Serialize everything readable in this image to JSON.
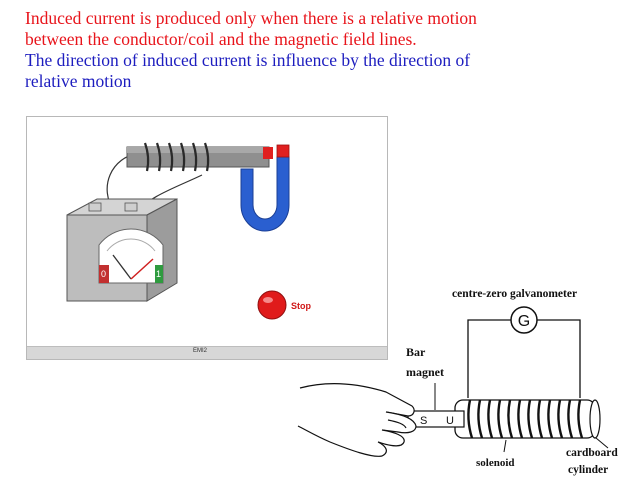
{
  "heading": {
    "line1": "Induced current is produced only when there is a relative motion",
    "line2": "between the conductor/coil  and the magnetic field lines.",
    "line3": "The direction of induced current is influence by the direction of",
    "line4": "relative motion"
  },
  "simulation": {
    "stop_label": "Stop",
    "footer_label": "EMI2",
    "meter_zero": "0",
    "meter_one": "1"
  },
  "diagram": {
    "galvanometer_label": "centre-zero galvanometer",
    "galvanometer_symbol": "G",
    "bar_magnet_label_1": "Bar",
    "bar_magnet_label_2": "magnet",
    "pole_s": "S",
    "pole_n": "U",
    "solenoid_label": "solenoid",
    "cylinder_label_1": "cardboard",
    "cylinder_label_2": "cylinder"
  },
  "colors": {
    "red_text": "#e8141b",
    "blue_text": "#1d1dbf",
    "magnet_blue": "#2a5fd0",
    "stop_red": "#e01b1b"
  }
}
